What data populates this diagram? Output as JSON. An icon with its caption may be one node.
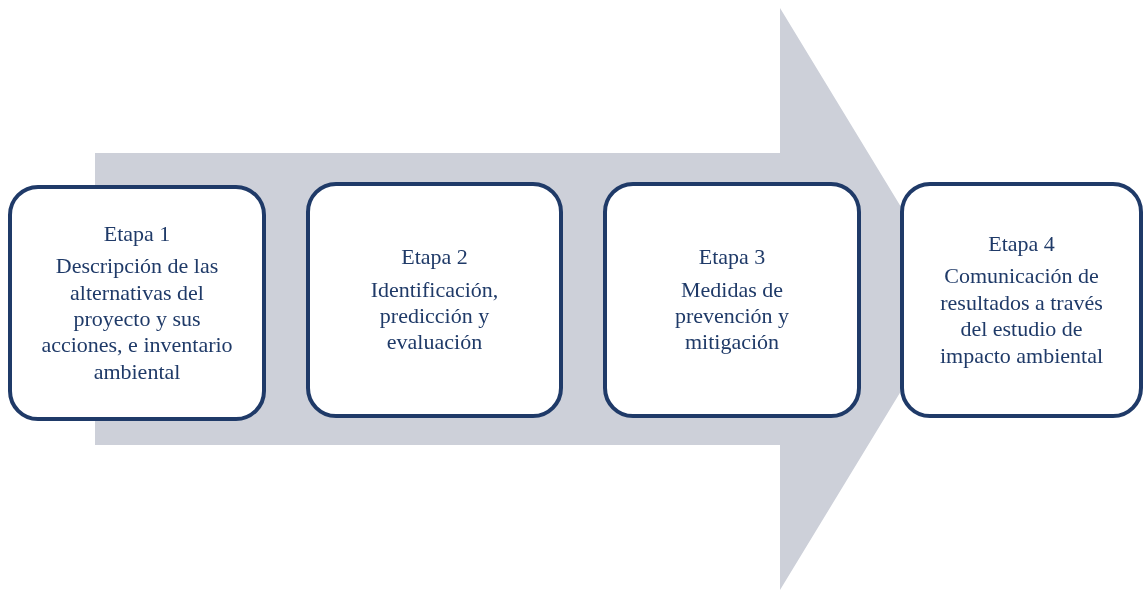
{
  "diagram": {
    "nodes": [
      {
        "text": [
          "Etapa 1",
          "Descripción de las alternativas del proyecto y sus acciones, e inventario ambiental"
        ]
      },
      {
        "text": [
          "Etapa 2",
          "Identificación, predicción y evaluación"
        ]
      },
      {
        "text": [
          "Etapa 3",
          "Medidas de prevención y mitigación"
        ]
      },
      {
        "text": [
          "Etapa 4",
          "Comunicación de resultados a través del estudio de impacto ambiental"
        ]
      }
    ],
    "edges": [
      {
        "from": 0,
        "to": 3,
        "arrow": "to",
        "style": "thick"
      }
    ]
  }
}
